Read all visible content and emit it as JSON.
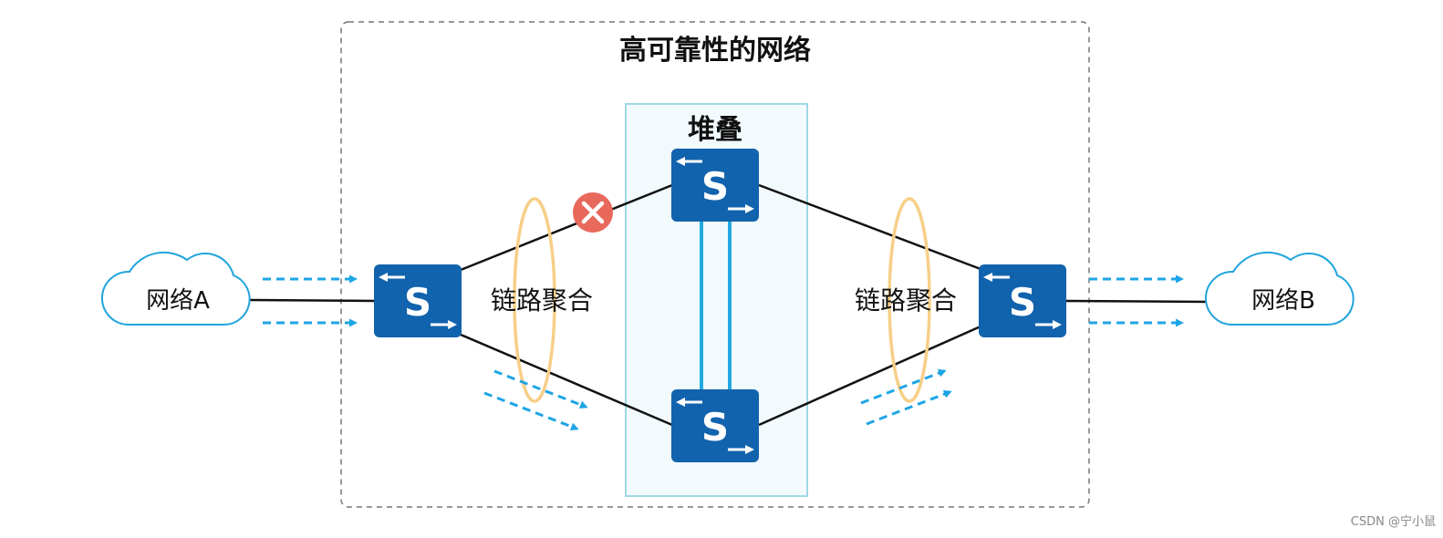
{
  "diagram": {
    "title": "高可靠性的网络",
    "stack_label": "堆叠",
    "link_aggregation_left": "链路聚合",
    "link_aggregation_right": "链路聚合",
    "network_a": "网络A",
    "network_b": "网络B",
    "switch_glyph": "S",
    "watermark": "CSDN @宁小鼠"
  },
  "colors": {
    "switch_fill": "#1263ad",
    "stack_fill": "#f2fafd",
    "stack_border": "#9fd9e8",
    "stack_link": "#21a8e0",
    "traffic_arrow": "#1ea5e5",
    "aggregation_ring": "#f7cf88",
    "fault_marker": "#e8685c",
    "cloud_border": "#20a4dc",
    "frame_border": "#777777"
  },
  "icons": {
    "switch": "switch-icon",
    "cloud": "cloud-icon",
    "fault": "close-circle-icon"
  }
}
